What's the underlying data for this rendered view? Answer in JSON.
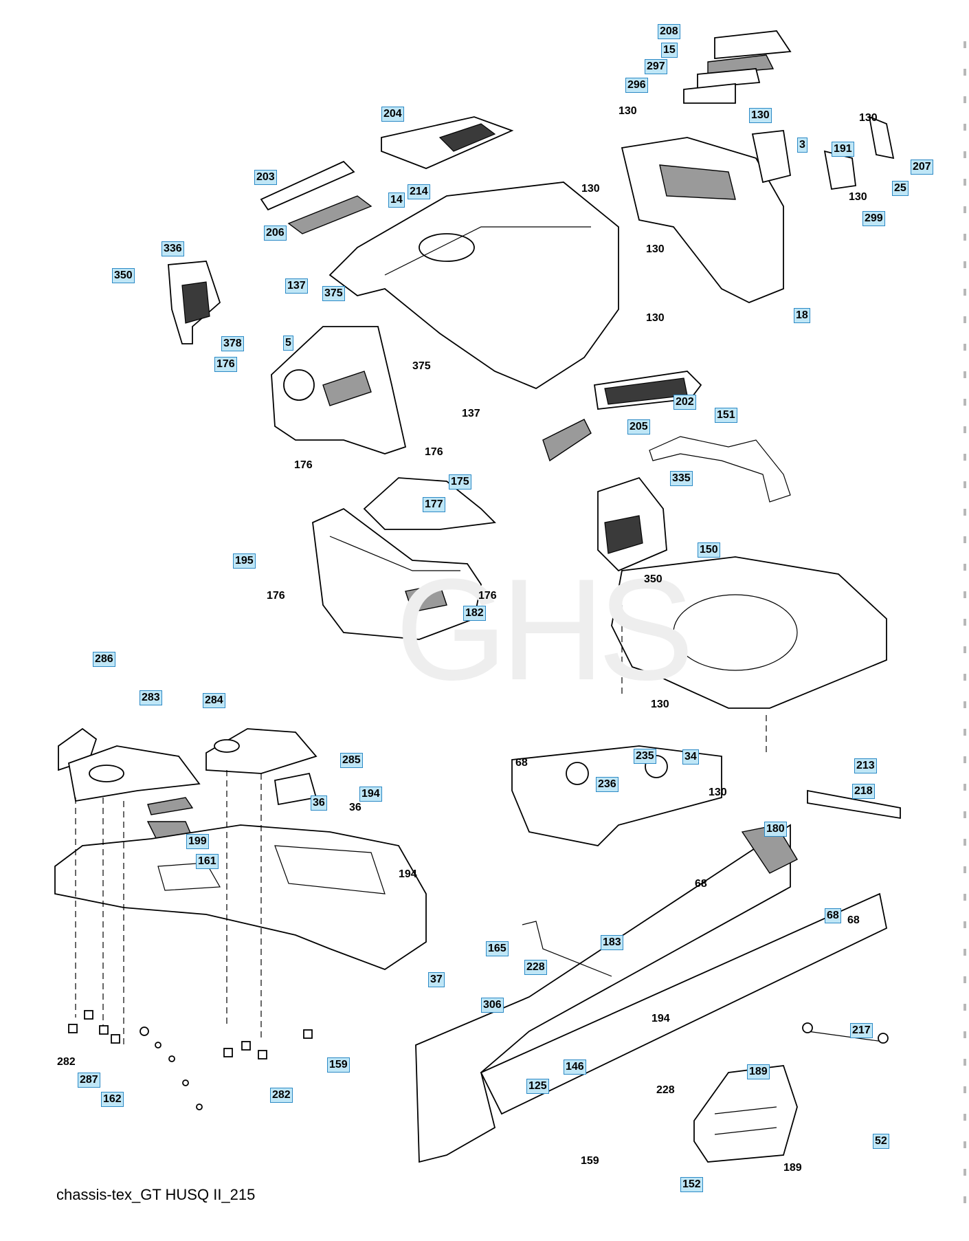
{
  "caption": "chassis-tex_GT HUSQ II_215",
  "watermark": "GHS",
  "callouts": [
    {
      "id": "c208",
      "text": "208",
      "boxed": true
    },
    {
      "id": "c15",
      "text": "15",
      "boxed": true
    },
    {
      "id": "c297",
      "text": "297",
      "boxed": true
    },
    {
      "id": "c296",
      "text": "296",
      "boxed": true
    },
    {
      "id": "c130a",
      "text": "130",
      "boxed": false
    },
    {
      "id": "c130b",
      "text": "130",
      "boxed": true
    },
    {
      "id": "c130c",
      "text": "130",
      "boxed": false
    },
    {
      "id": "c3",
      "text": "3",
      "boxed": true
    },
    {
      "id": "c191",
      "text": "191",
      "boxed": true
    },
    {
      "id": "c207",
      "text": "207",
      "boxed": true
    },
    {
      "id": "c25",
      "text": "25",
      "boxed": true
    },
    {
      "id": "c130d",
      "text": "130",
      "boxed": false
    },
    {
      "id": "c299",
      "text": "299",
      "boxed": true
    },
    {
      "id": "c204",
      "text": "204",
      "boxed": true
    },
    {
      "id": "c203",
      "text": "203",
      "boxed": true
    },
    {
      "id": "c214",
      "text": "214",
      "boxed": true
    },
    {
      "id": "c14",
      "text": "14",
      "boxed": true
    },
    {
      "id": "c130e",
      "text": "130",
      "boxed": false
    },
    {
      "id": "c130f",
      "text": "130",
      "boxed": false
    },
    {
      "id": "c130g",
      "text": "130",
      "boxed": false
    },
    {
      "id": "c18",
      "text": "18",
      "boxed": true
    },
    {
      "id": "c206",
      "text": "206",
      "boxed": true
    },
    {
      "id": "c336",
      "text": "336",
      "boxed": true
    },
    {
      "id": "c350a",
      "text": "350",
      "boxed": true
    },
    {
      "id": "c137a",
      "text": "137",
      "boxed": true
    },
    {
      "id": "c375a",
      "text": "375",
      "boxed": true
    },
    {
      "id": "c378",
      "text": "378",
      "boxed": true
    },
    {
      "id": "c5",
      "text": "5",
      "boxed": true
    },
    {
      "id": "c176a",
      "text": "176",
      "boxed": true
    },
    {
      "id": "c375b",
      "text": "375",
      "boxed": false
    },
    {
      "id": "c137b",
      "text": "137",
      "boxed": false
    },
    {
      "id": "c202",
      "text": "202",
      "boxed": true
    },
    {
      "id": "c205",
      "text": "205",
      "boxed": true
    },
    {
      "id": "c151",
      "text": "151",
      "boxed": true
    },
    {
      "id": "c176b",
      "text": "176",
      "boxed": false
    },
    {
      "id": "c176c",
      "text": "176",
      "boxed": false
    },
    {
      "id": "c175",
      "text": "175",
      "boxed": true
    },
    {
      "id": "c177",
      "text": "177",
      "boxed": true
    },
    {
      "id": "c335",
      "text": "335",
      "boxed": true
    },
    {
      "id": "c195",
      "text": "195",
      "boxed": true
    },
    {
      "id": "c150",
      "text": "150",
      "boxed": true
    },
    {
      "id": "c350b",
      "text": "350",
      "boxed": false
    },
    {
      "id": "c176d",
      "text": "176",
      "boxed": false
    },
    {
      "id": "c176e",
      "text": "176",
      "boxed": false
    },
    {
      "id": "c182",
      "text": "182",
      "boxed": true
    },
    {
      "id": "c130h",
      "text": "130",
      "boxed": false
    },
    {
      "id": "c286",
      "text": "286",
      "boxed": true
    },
    {
      "id": "c283",
      "text": "283",
      "boxed": true
    },
    {
      "id": "c284",
      "text": "284",
      "boxed": true
    },
    {
      "id": "c285",
      "text": "285",
      "boxed": true
    },
    {
      "id": "c130i",
      "text": "130",
      "boxed": false
    },
    {
      "id": "c68a",
      "text": "68",
      "boxed": false
    },
    {
      "id": "c235",
      "text": "235",
      "boxed": true
    },
    {
      "id": "c34",
      "text": "34",
      "boxed": true
    },
    {
      "id": "c236",
      "text": "236",
      "boxed": true
    },
    {
      "id": "c213",
      "text": "213",
      "boxed": true
    },
    {
      "id": "c218",
      "text": "218",
      "boxed": true
    },
    {
      "id": "c194a",
      "text": "194",
      "boxed": true
    },
    {
      "id": "c36a",
      "text": "36",
      "boxed": true
    },
    {
      "id": "c36b",
      "text": "36",
      "boxed": false
    },
    {
      "id": "c199",
      "text": "199",
      "boxed": true
    },
    {
      "id": "c161",
      "text": "161",
      "boxed": true
    },
    {
      "id": "c194b",
      "text": "194",
      "boxed": false
    },
    {
      "id": "c180",
      "text": "180",
      "boxed": true
    },
    {
      "id": "c68b",
      "text": "68",
      "boxed": false
    },
    {
      "id": "c68c",
      "text": "68",
      "boxed": true
    },
    {
      "id": "c183",
      "text": "183",
      "boxed": true
    },
    {
      "id": "c68d",
      "text": "68",
      "boxed": false
    },
    {
      "id": "c165",
      "text": "165",
      "boxed": true
    },
    {
      "id": "c228a",
      "text": "228",
      "boxed": true
    },
    {
      "id": "c37",
      "text": "37",
      "boxed": true
    },
    {
      "id": "c306",
      "text": "306",
      "boxed": true
    },
    {
      "id": "c194c",
      "text": "194",
      "boxed": false
    },
    {
      "id": "c217",
      "text": "217",
      "boxed": true
    },
    {
      "id": "c146",
      "text": "146",
      "boxed": true
    },
    {
      "id": "c159a",
      "text": "159",
      "boxed": true
    },
    {
      "id": "c125",
      "text": "125",
      "boxed": true
    },
    {
      "id": "c228b",
      "text": "228",
      "boxed": false
    },
    {
      "id": "c189a",
      "text": "189",
      "boxed": true
    },
    {
      "id": "c282a",
      "text": "282",
      "boxed": false
    },
    {
      "id": "c287",
      "text": "287",
      "boxed": true
    },
    {
      "id": "c162",
      "text": "162",
      "boxed": true
    },
    {
      "id": "c282b",
      "text": "282",
      "boxed": true
    },
    {
      "id": "c52",
      "text": "52",
      "boxed": true
    },
    {
      "id": "c159b",
      "text": "159",
      "boxed": false
    },
    {
      "id": "c189b",
      "text": "189",
      "boxed": false
    },
    {
      "id": "c152",
      "text": "152",
      "boxed": true
    }
  ]
}
